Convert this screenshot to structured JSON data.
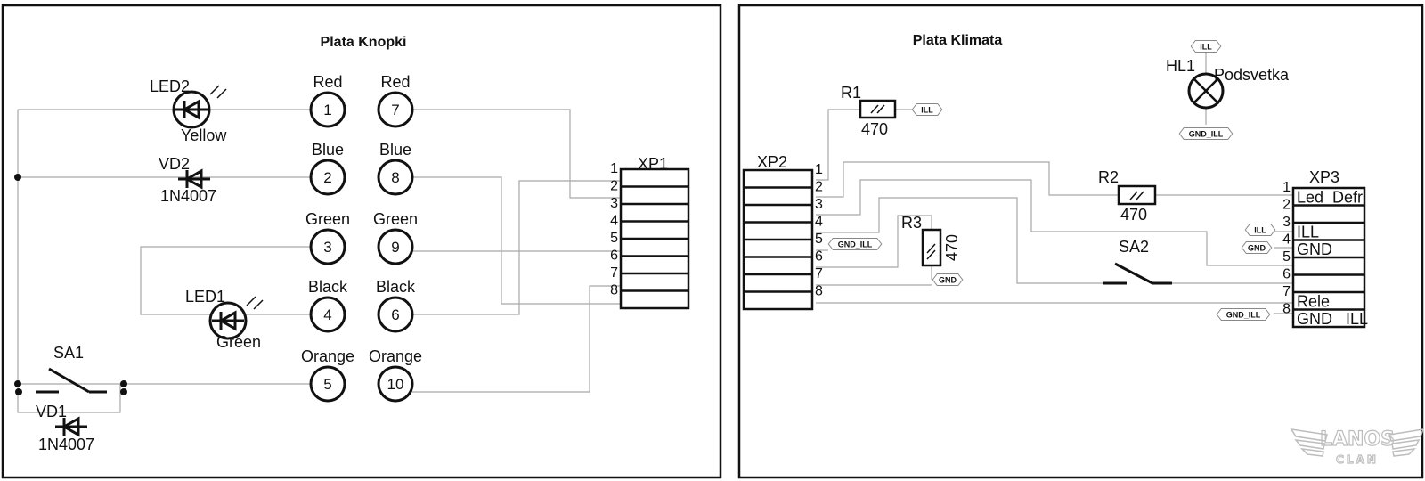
{
  "left_panel": {
    "title": "Plata Knopki",
    "components": {
      "led2": {
        "ref": "LED2",
        "value": "Yellow"
      },
      "vd2": {
        "ref": "VD2",
        "value": "1N4007"
      },
      "led1": {
        "ref": "LED1",
        "value": "Green"
      },
      "sa1": {
        "ref": "SA1"
      },
      "vd1": {
        "ref": "VD1",
        "value": "1N4007"
      }
    },
    "buttons_left": [
      {
        "color": "Red",
        "num": "1"
      },
      {
        "color": "Blue",
        "num": "2"
      },
      {
        "color": "Green",
        "num": "3"
      },
      {
        "color": "Black",
        "num": "4"
      },
      {
        "color": "Orange",
        "num": "5"
      }
    ],
    "buttons_right": [
      {
        "color": "Red",
        "num": "7"
      },
      {
        "color": "Blue",
        "num": "8"
      },
      {
        "color": "Green",
        "num": "9"
      },
      {
        "color": "Black",
        "num": "6"
      },
      {
        "color": "Orange",
        "num": "10"
      }
    ],
    "connector": {
      "ref": "XP1",
      "pins": [
        "1",
        "2",
        "3",
        "4",
        "5",
        "6",
        "7",
        "8"
      ]
    }
  },
  "right_panel": {
    "title": "Plata Klimata",
    "components": {
      "r1": {
        "ref": "R1",
        "value": "470"
      },
      "r2": {
        "ref": "R2",
        "value": "470"
      },
      "r3": {
        "ref": "R3",
        "value": "470"
      },
      "hl1": {
        "ref": "HL1",
        "value": "Podsvetka"
      },
      "sa2": {
        "ref": "SA2"
      }
    },
    "xp2": {
      "ref": "XP2",
      "pins": [
        "1",
        "2",
        "3",
        "4",
        "5",
        "6",
        "7",
        "8"
      ]
    },
    "xp3": {
      "ref": "XP3",
      "pins": [
        "1",
        "2",
        "3",
        "4",
        "5",
        "6",
        "7",
        "8"
      ],
      "pin_labels": [
        "Led  Defr",
        "",
        "ILL",
        "GND",
        "",
        "",
        "Rele",
        "GND   ILL"
      ]
    },
    "net_tags": {
      "r1_ill": "ILL",
      "hl1_ill": "ILL",
      "hl1_gnd_ill": "GND_ILL",
      "xp2_gnd_ill": "GND_ILL",
      "r3_gnd": "GND",
      "xp3_ill": "ILL",
      "xp3_gnd": "GND",
      "xp3_gnd_ill": "GND_ILL"
    }
  },
  "watermark": {
    "brand": "LANOS",
    "sub": "CLAN"
  }
}
